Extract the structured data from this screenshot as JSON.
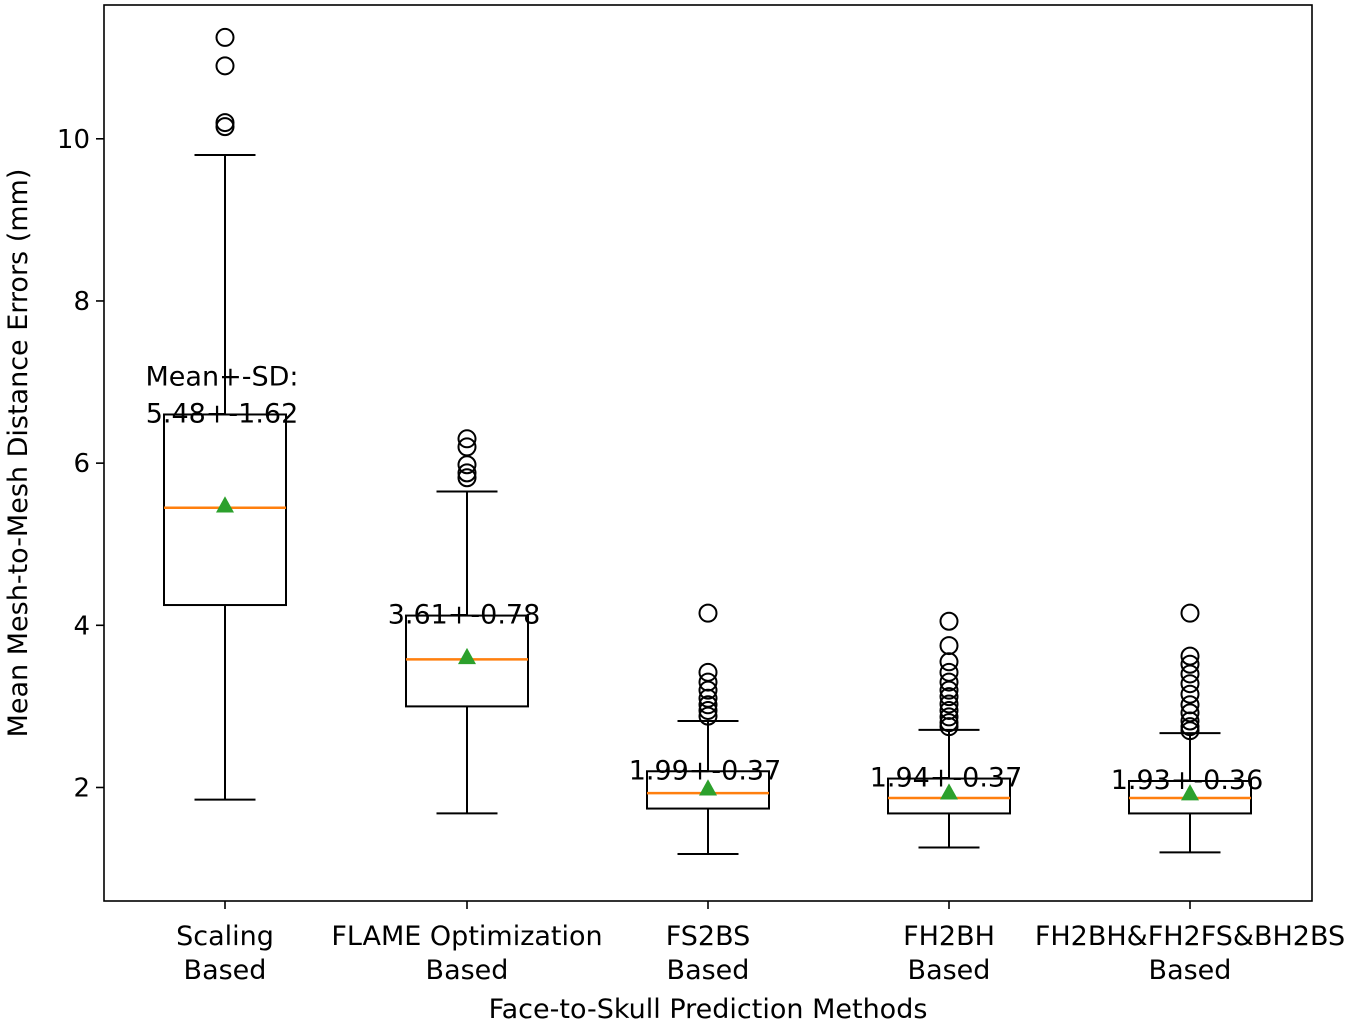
{
  "chart_data": {
    "type": "boxplot",
    "xlabel": "Face-to-Skull Prediction Methods",
    "ylabel": "Mean Mesh-to-Mesh Distance Errors (mm)",
    "ylim": [
      0.6,
      11.65
    ],
    "yticks": [
      2,
      4,
      6,
      8,
      10
    ],
    "grid": false,
    "categories": [
      [
        "Scaling",
        "Based"
      ],
      [
        "FLAME Optimization",
        "Based"
      ],
      [
        "FS2BS",
        "Based"
      ],
      [
        "FH2BH",
        "Based"
      ],
      [
        "FH2BH&FH2FS&BH2BS",
        "Based"
      ]
    ],
    "boxes": [
      {
        "whisker_low": 1.85,
        "q1": 4.25,
        "median": 5.45,
        "mean": 5.48,
        "q3": 6.6,
        "whisker_high": 9.8,
        "outliers": [
          10.15,
          10.2,
          10.9,
          11.25
        ],
        "annotation": [
          "Mean+-SD:",
          "5.48+-1.62"
        ]
      },
      {
        "whisker_low": 1.68,
        "q1": 3.0,
        "median": 3.58,
        "mean": 3.61,
        "q3": 4.12,
        "whisker_high": 5.65,
        "outliers": [
          5.82,
          5.88,
          5.98,
          6.2,
          6.3
        ],
        "annotation": [
          "3.61+-0.78"
        ]
      },
      {
        "whisker_low": 1.18,
        "q1": 1.74,
        "median": 1.93,
        "mean": 1.99,
        "q3": 2.2,
        "whisker_high": 2.82,
        "outliers": [
          2.88,
          2.95,
          3.02,
          3.1,
          3.2,
          3.3,
          3.42,
          4.15
        ],
        "annotation": [
          "1.99+-0.37"
        ]
      },
      {
        "whisker_low": 1.26,
        "q1": 1.68,
        "median": 1.87,
        "mean": 1.94,
        "q3": 2.11,
        "whisker_high": 2.71,
        "outliers": [
          2.75,
          2.8,
          2.87,
          2.95,
          3.03,
          3.12,
          3.2,
          3.3,
          3.42,
          3.55,
          3.75,
          4.05
        ],
        "annotation": [
          "1.94+-0.37"
        ]
      },
      {
        "whisker_low": 1.2,
        "q1": 1.68,
        "median": 1.87,
        "mean": 1.93,
        "q3": 2.08,
        "whisker_high": 2.67,
        "outliers": [
          2.7,
          2.75,
          2.82,
          2.92,
          3.02,
          3.15,
          3.28,
          3.4,
          3.52,
          3.62,
          4.15
        ],
        "annotation": [
          "1.93+-0.36"
        ]
      }
    ],
    "colors": {
      "box": "#000000",
      "median": "#ff7f0e",
      "mean": "#2ca02c",
      "outlier": "#000000"
    }
  }
}
